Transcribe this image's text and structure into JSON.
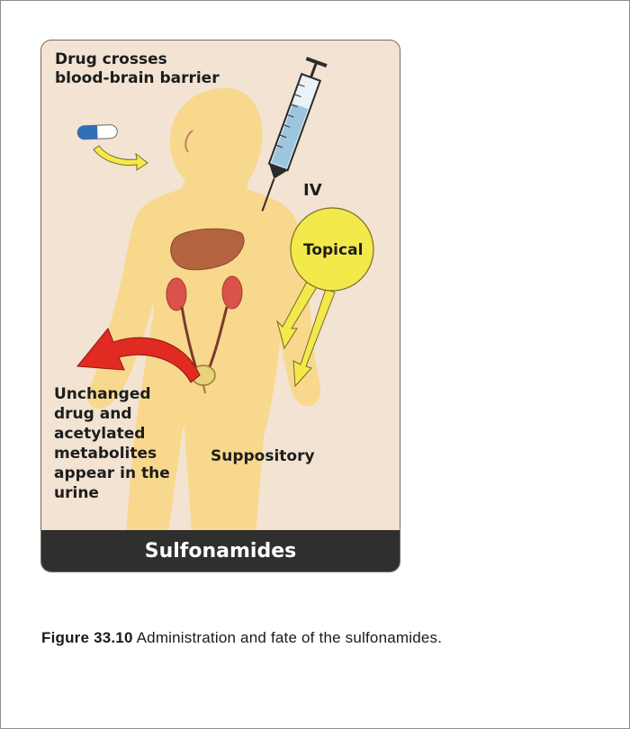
{
  "figure": {
    "labels": {
      "blood_brain_barrier": "Drug crosses blood-brain barrier",
      "iv": "IV",
      "topical": "Topical",
      "unchanged": "Unchanged drug and acetylated metabolites appear in the urine",
      "suppository": "Suppository"
    },
    "title": "Sulfonamides",
    "colors": {
      "panel_bg": "#f3e3d2",
      "body_skin": "#e8a890",
      "body_glow": "#f7d48c",
      "liver": "#b3643e",
      "kidney": "#d9534a",
      "arrow_red": "#e02a22",
      "arrow_yellow": "#f3e94a",
      "title_bar": "#2f2f2f"
    },
    "icons": [
      "capsule-icon",
      "syringe-icon"
    ]
  },
  "caption": {
    "label": "Figure 33.10",
    "text": "Administration and fate of the sulfonamides."
  }
}
